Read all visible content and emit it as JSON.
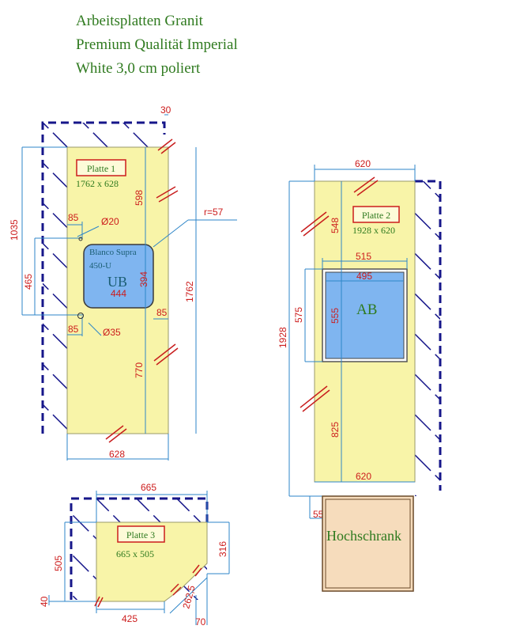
{
  "header": {
    "line1": "Arbeitsplatten Granit",
    "line2": "Premium Qualität Imperial",
    "line3": "White 3,0 cm poliert"
  },
  "colors": {
    "plate_fill": "#f8f4a8",
    "sink_fill": "#7fb5f0",
    "cabinet_fill": "#f6dcbc",
    "dimension": "#cc1c1c",
    "dim_line": "#2e86c8",
    "hatch": "#16168a",
    "label_green": "#2f7a1f"
  },
  "plate1": {
    "label": "Platte 1",
    "size": "1762 x 628",
    "sink_brand": "Blanco Supra",
    "sink_model": "450-U",
    "sink_type": "UB",
    "dims": {
      "top": "30",
      "upper_right": "598",
      "radius": "r=57",
      "left_total": "1035",
      "offset1": "85",
      "hole1": "Ø20",
      "left_mid": "465",
      "sink_height": "394",
      "sink_width": "444",
      "right_total": "1762",
      "offset2": "85",
      "right_small": "85",
      "hole2": "Ø35",
      "lower": "770",
      "width": "628"
    }
  },
  "plate2": {
    "label": "Platte 2",
    "size": "1928 x 620",
    "cutout_type": "AB",
    "dims": {
      "top_width": "620",
      "top_gap": "548",
      "outer_width": "515",
      "inner_width": "495",
      "left_height": "575",
      "inner_height": "555",
      "total": "1928",
      "lower": "825",
      "bottom_width": "620",
      "side": "55"
    }
  },
  "plate3": {
    "label": "Platte 3",
    "size": "665 x 505",
    "dims": {
      "top": "665",
      "left": "505",
      "right": "316",
      "bottom_left": "40",
      "bottom": "425",
      "diag": "262,5",
      "small": "70"
    }
  },
  "cabinet": {
    "label": "Hochschrank"
  }
}
